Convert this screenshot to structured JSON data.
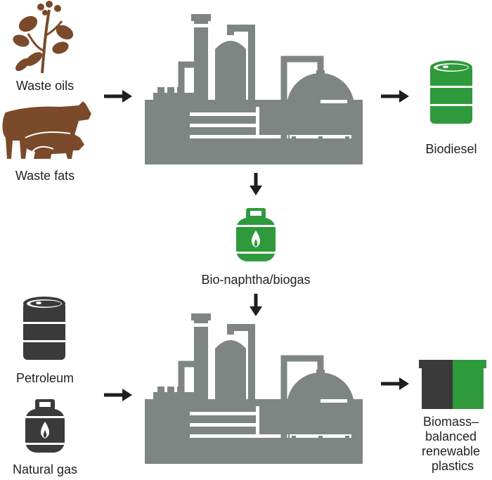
{
  "inputs_top": {
    "waste_oils": "Waste oils",
    "waste_fats": "Waste fats"
  },
  "inputs_bottom": {
    "petroleum": "Petroleum",
    "natural_gas": "Natural gas"
  },
  "outputs": {
    "biodiesel": "Biodiesel",
    "bio_naphtha": "Bio-naphtha/biogas",
    "plastics_lines": [
      "Biomass–",
      "balanced",
      "renewable",
      "plastics"
    ]
  },
  "colors": {
    "plant": "#7f8583",
    "green": "#2e9a3b",
    "brown": "#7a4a2a",
    "dark": "#3a3a3a",
    "arrow": "#1f1d1e"
  },
  "icons": [
    "plant-icon",
    "animals-icon",
    "oil-barrel-icon",
    "gas-cylinder-icon",
    "refinery-icon",
    "plastic-container-icon",
    "arrow-icon"
  ]
}
